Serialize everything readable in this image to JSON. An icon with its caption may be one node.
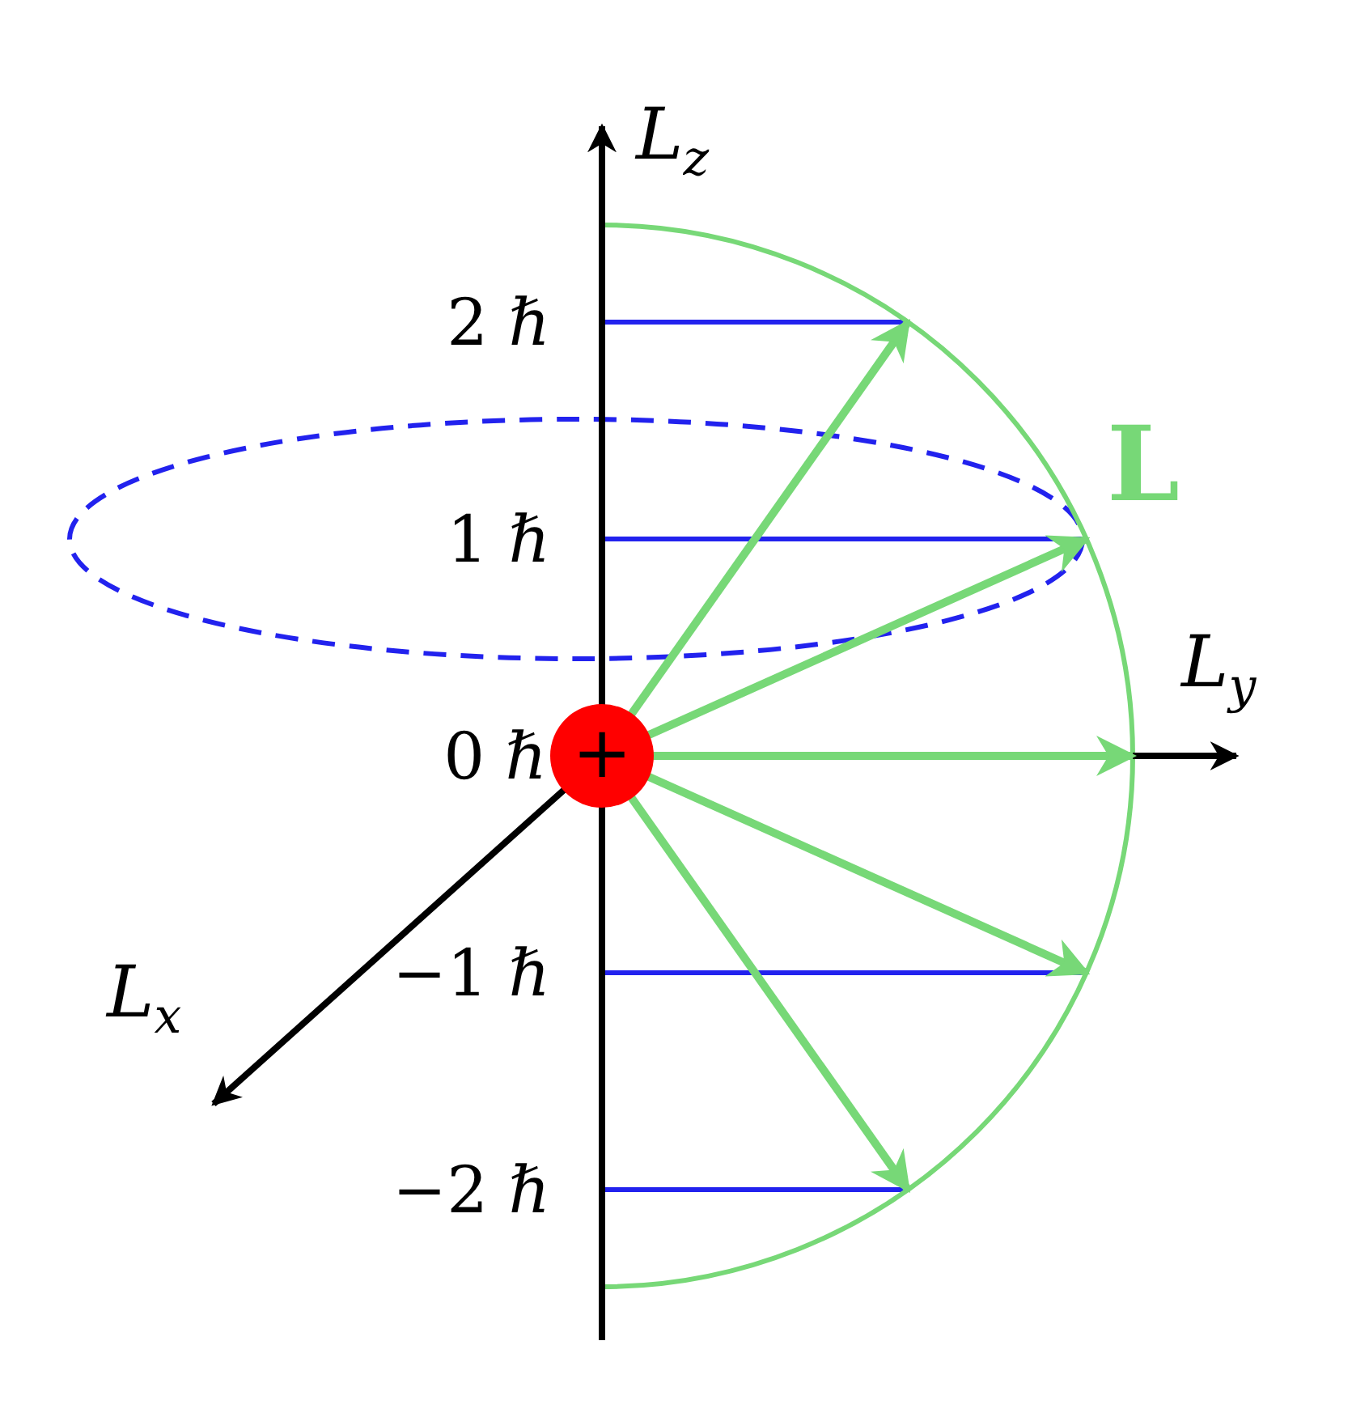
{
  "diagram": {
    "nodes": [
      {
        "text": [
          "+"
        ]
      }
    ],
    "labels": [
      "L$_{z}$",
      "2 ℏ",
      "L",
      "1 ℏ",
      "L$_{y}$",
      "0 ℏ",
      "−1 ℏ",
      "L$_{x}$",
      "−2 ℏ"
    ]
  }
}
